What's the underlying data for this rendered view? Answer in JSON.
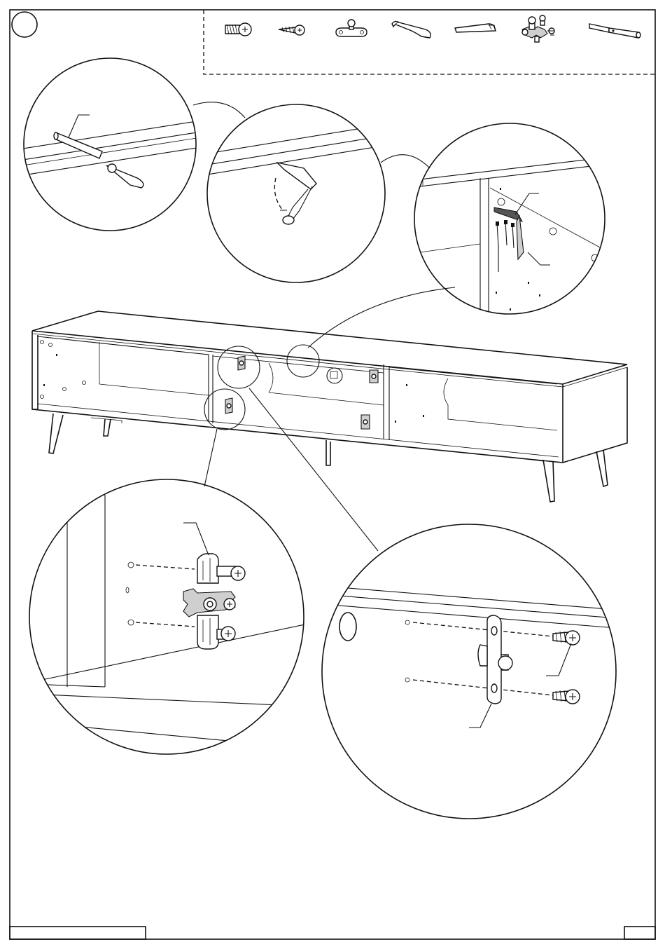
{
  "page": {
    "step_number": "",
    "footer_left": "",
    "footer_right": ""
  },
  "parts_legend": {
    "items": [
      {
        "icon": "short-screw-icon"
      },
      {
        "icon": "wood-screw-icon"
      },
      {
        "icon": "stud-plate-icon"
      },
      {
        "icon": "curved-support-bracket-icon"
      },
      {
        "icon": "flat-support-bracket-icon"
      },
      {
        "icon": "cam-fitting-assembly-icon"
      },
      {
        "icon": "dowel-pin-icon"
      }
    ]
  },
  "details": [
    {
      "name": "detail-pin-insertion"
    },
    {
      "name": "detail-support-swing"
    },
    {
      "name": "detail-support-screwed"
    },
    {
      "name": "detail-cam-fitting"
    },
    {
      "name": "detail-stud-plate"
    }
  ],
  "colors": {
    "line": "#111111",
    "paper": "#ffffff",
    "shade": "#cfcfcf"
  }
}
